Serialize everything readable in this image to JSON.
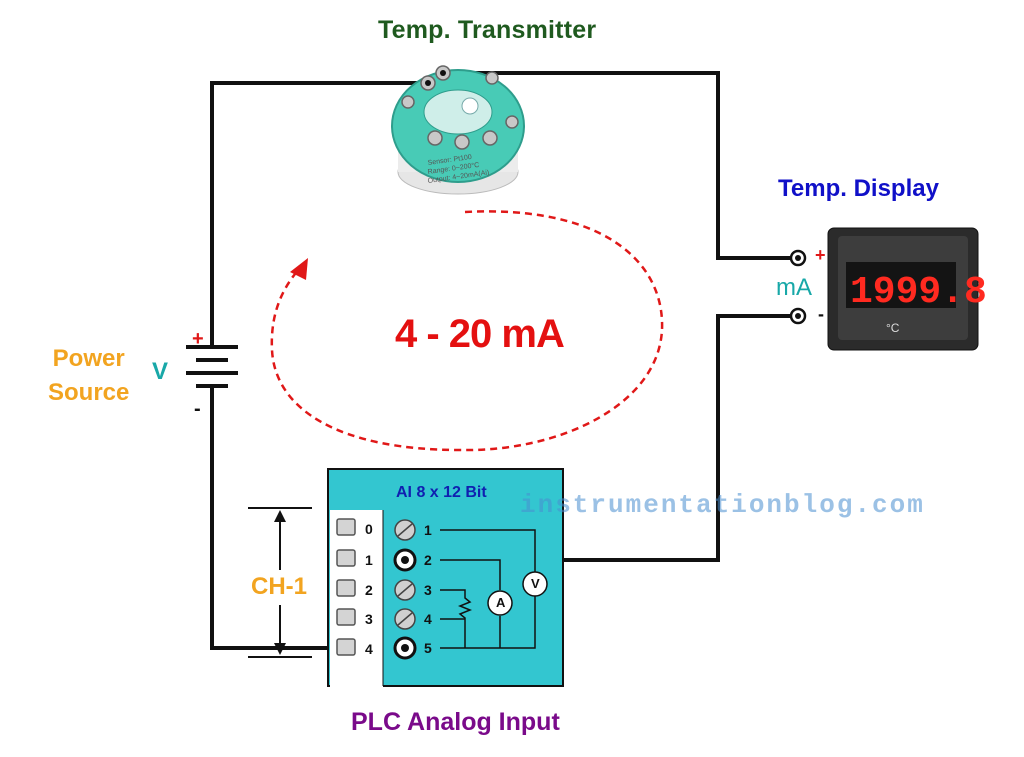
{
  "titles": {
    "transmitter": "Temp. Transmitter",
    "display": "Temp. Display",
    "plc": "PLC Analog Input",
    "power_line1": "Power",
    "power_line2": "Source"
  },
  "symbols": {
    "voltage": "V",
    "plus": "+",
    "minus": "-",
    "current_unit": "mA",
    "celsius": "°C"
  },
  "loop_label": "4 - 20 mA",
  "channel_label": "CH-1",
  "plc_card": {
    "header": "AI 8 x 12 Bit",
    "left_numbers": [
      "0",
      "1",
      "2",
      "3",
      "4"
    ],
    "terminal_numbers": [
      "1",
      "2",
      "3",
      "4",
      "5"
    ],
    "ammeter": "A",
    "voltmeter": "V"
  },
  "transmitter_face": {
    "line1": "Sensor: Pt100",
    "line2": "Range: 0~200°C",
    "line3": "Output: 4~20mA(Ai)"
  },
  "display_reading": "1999.8",
  "watermark": "instrumentationblog.com",
  "colors": {
    "plc_card": "#33c6d0",
    "loop_arrow": "#e01818",
    "wire": "#111111",
    "transmitter_body": "#44c9b6"
  }
}
